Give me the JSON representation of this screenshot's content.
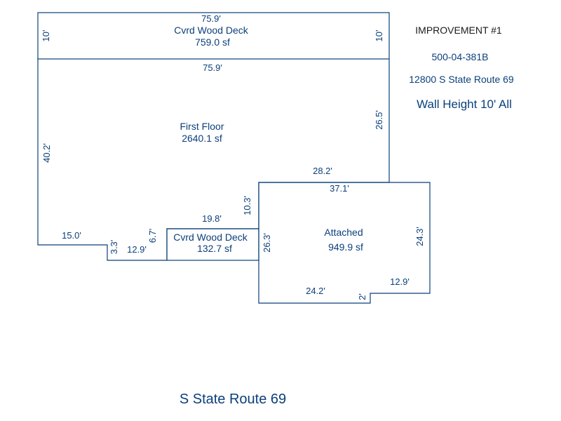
{
  "info": {
    "title": "IMPROVEMENT #1",
    "parcel": "500-04-381B",
    "address": "12800 S State Route 69",
    "wall_height": "Wall Height 10' All"
  },
  "road_label": "S State Route 69",
  "areas": {
    "deck_top": {
      "name": "Cvrd Wood Deck",
      "area": "759.0 sf"
    },
    "first_floor": {
      "name": "First Floor",
      "area": "2640.1 sf"
    },
    "deck_small": {
      "name": "Cvrd Wood Deck",
      "area": "132.7 sf"
    },
    "attached": {
      "name": "Attached",
      "area": "949.9 sf"
    }
  },
  "dimensions": {
    "deck_top_width": "75.9'",
    "deck_left_depth": "10'",
    "deck_right_depth": "10'",
    "floor_top_width": "75.9'",
    "floor_left_height": "40.2'",
    "floor_right_height": "26.5'",
    "floor_bottom_left": "15.0'",
    "floor_step_down": "3.3'",
    "floor_bottom_mid": "12.9'",
    "small_deck_height": "6.7'",
    "small_deck_width": "19.8'",
    "floor_notch_height": "10.3'",
    "attached_top_offset": "28.2'",
    "attached_top_width": "37.1'",
    "attached_left_height": "26.3'",
    "attached_right_height": "24.3'",
    "attached_bottom_width": "24.2'",
    "attached_step": "2'",
    "attached_bottom_right": "12.9'"
  }
}
